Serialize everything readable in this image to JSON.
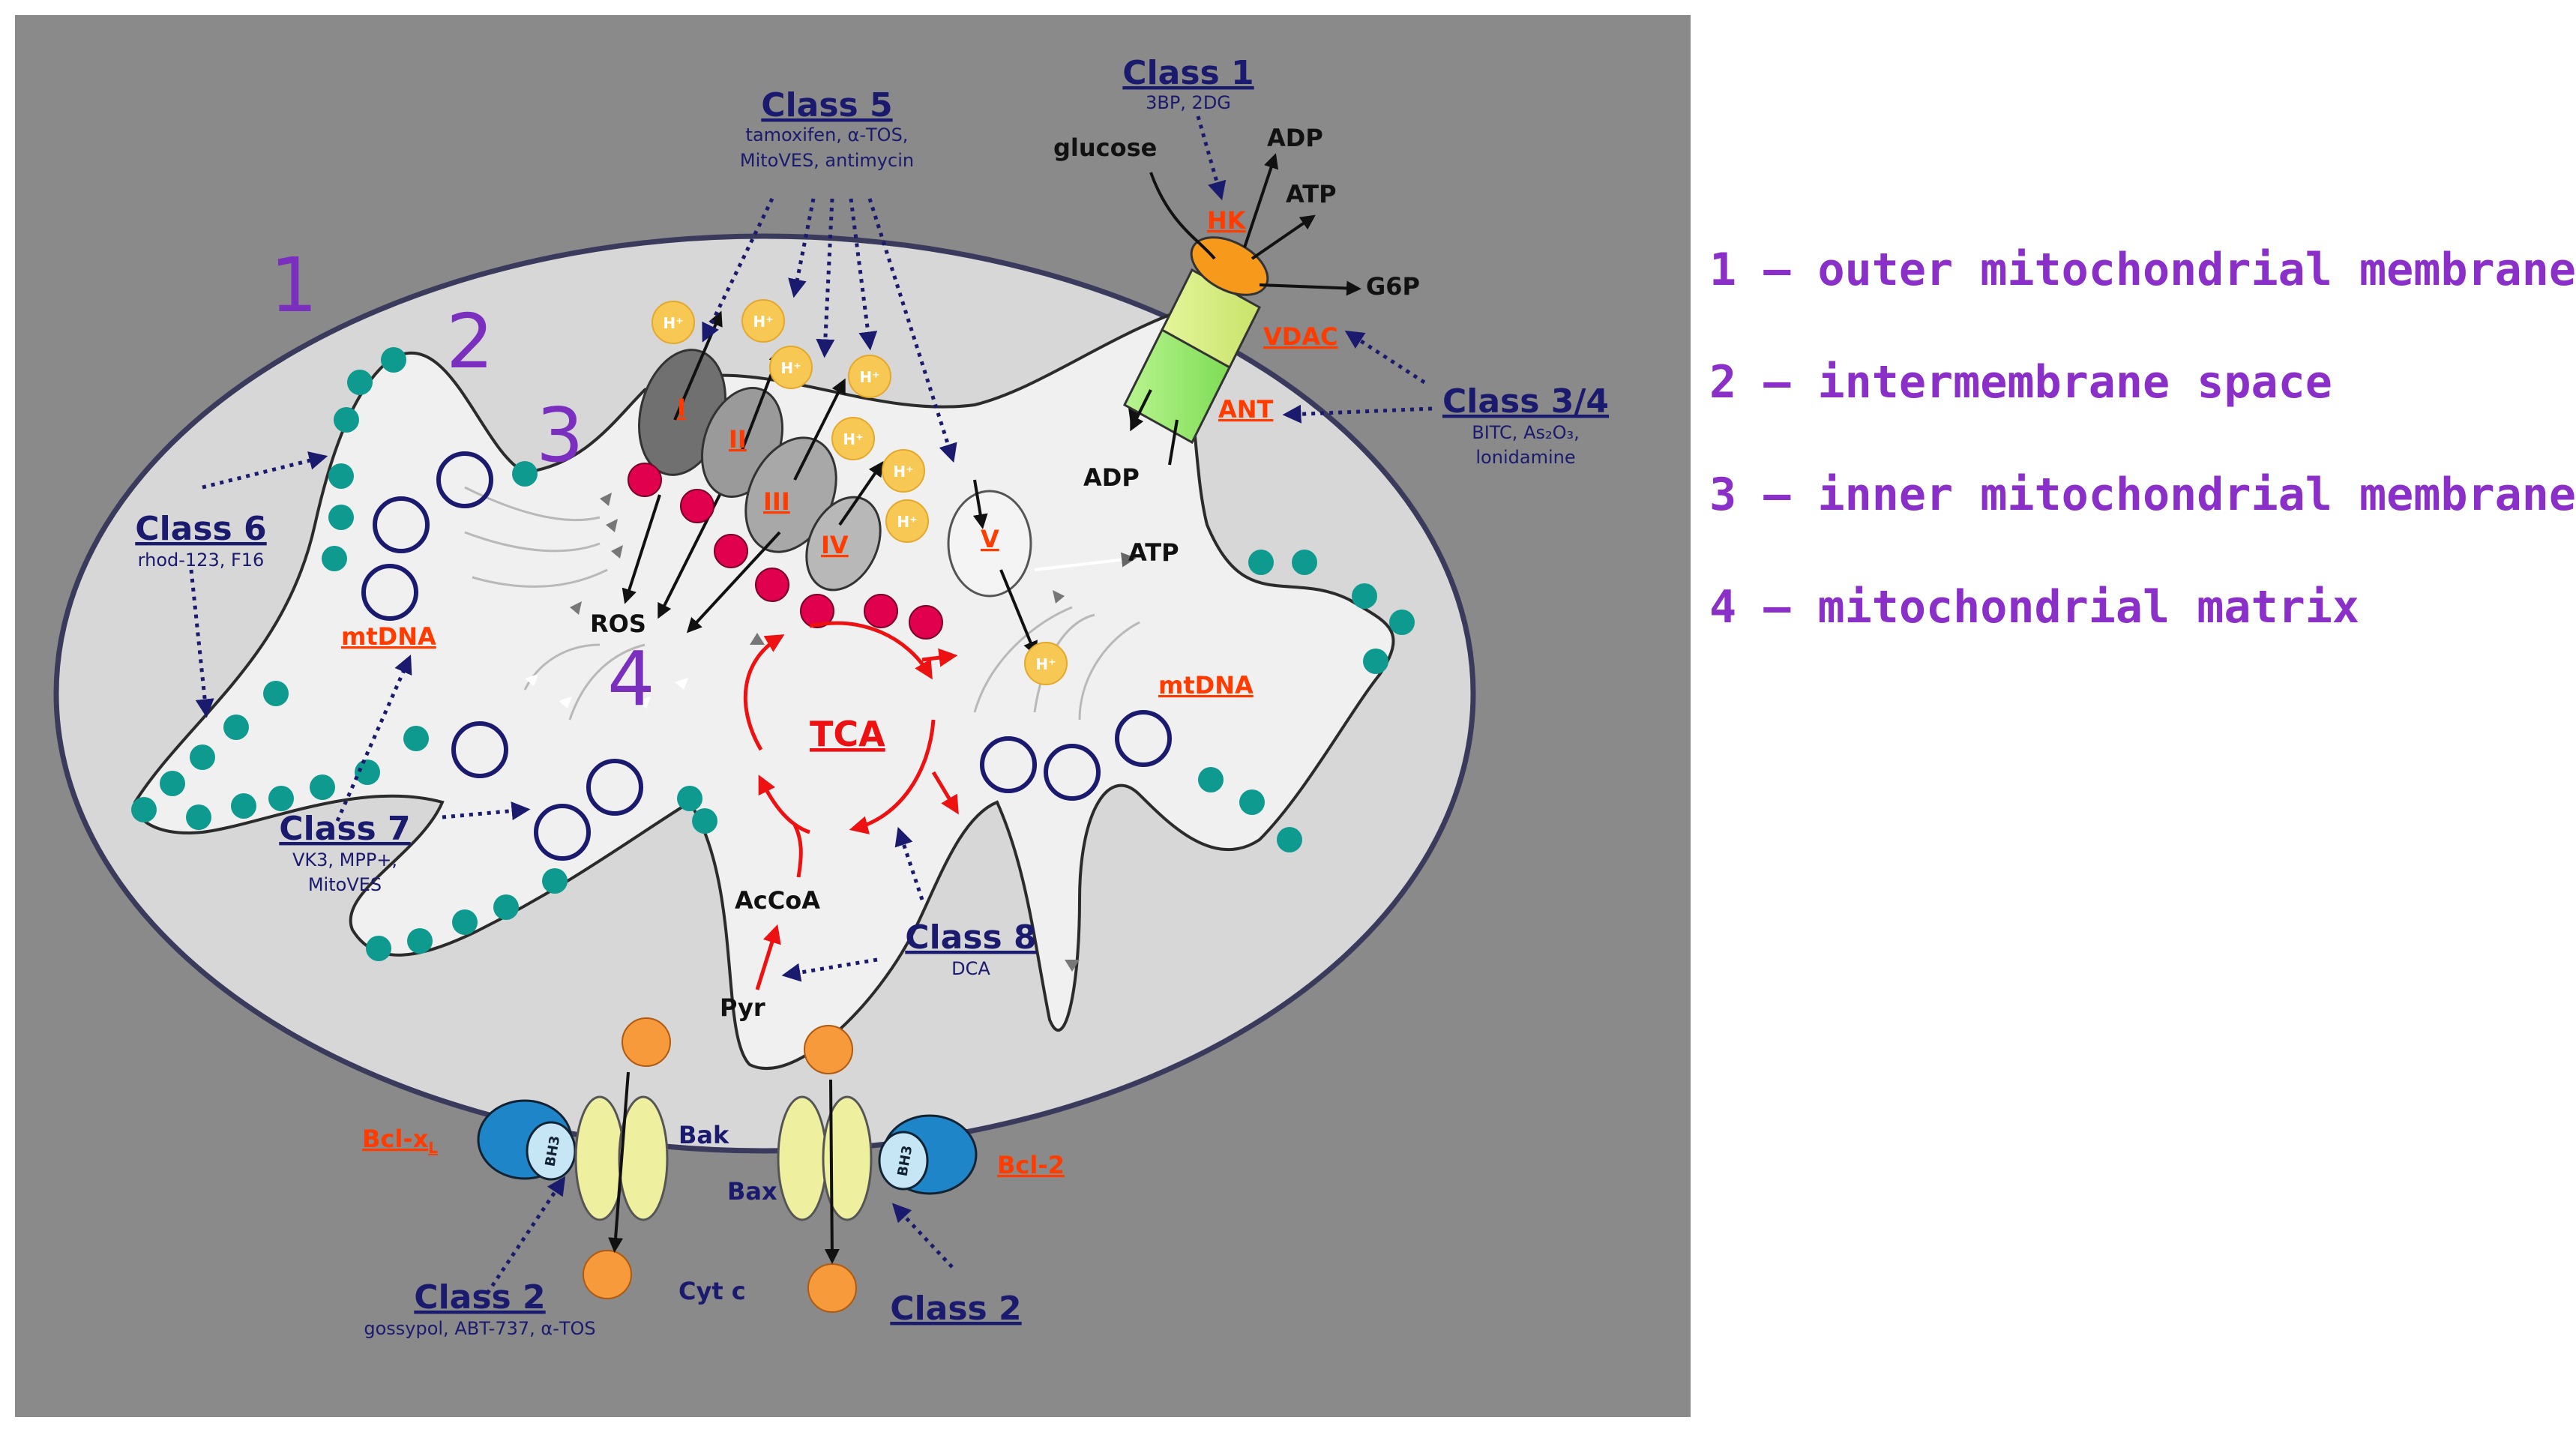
{
  "numbers": {
    "n1": "1",
    "n2": "2",
    "n3": "3",
    "n4": "4"
  },
  "legend": [
    "1 – outer mitochondrial membrane",
    "2 – intermembrane space",
    "3 – inner mitochondrial membrane",
    "4 – mitochondrial matrix"
  ],
  "classes": {
    "c1": {
      "title": "Class 1",
      "sub": "3BP, 2DG"
    },
    "c5": {
      "title": "Class 5",
      "sub1": "tamoxifen, α-TOS,",
      "sub2": "MitoVES, antimycin"
    },
    "c34": {
      "title": "Class 3/4",
      "sub1": "BITC, As₂O₃,",
      "sub2": "lonidamine"
    },
    "c6": {
      "title": "Class 6",
      "sub": "rhod-123, F16"
    },
    "c7": {
      "title": "Class 7",
      "sub1": "VK3, MPP+,",
      "sub2": "MitoVES"
    },
    "c8": {
      "title": "Class 8",
      "sub": "DCA"
    },
    "c2a": {
      "title": "Class 2",
      "sub": "gossypol, ABT-737, α-TOS"
    },
    "c2b": {
      "title": "Class 2"
    }
  },
  "labels": {
    "glucose": "glucose",
    "adp_top": "ADP",
    "atp_top": "ATP",
    "hk": "HK",
    "g6p": "G6P",
    "vdac": "VDAC",
    "ant": "ANT",
    "adp_mid": "ADP",
    "atp_mid": "ATP",
    "complex_I": "I",
    "complex_II": "II",
    "complex_III": "III",
    "complex_IV": "IV",
    "complex_V": "V",
    "ros": "ROS",
    "mtdna_left": "mtDNA",
    "mtdna_right": "mtDNA",
    "tca": "TCA",
    "accoa": "AcCoA",
    "pyr": "Pyr",
    "bclxl": "Bcl-x",
    "bclxl_sub": "L",
    "bcl2": "Bcl-2",
    "bak": "Bak",
    "bax": "Bax",
    "cytc": "Cyt c",
    "bh3": "BH3",
    "hplus": "H⁺"
  },
  "colors": {
    "background": "#8a8a8a",
    "outer_mito": "#d7d7d7",
    "matrix": "#f0f0f0",
    "dots": "#0e9a8e",
    "ros_dots": "#e0004d",
    "proton": "#f8c855",
    "legend_text": "#8b2fc9",
    "class_text": "#1a1a6e",
    "red_label": "#ff3b00"
  }
}
